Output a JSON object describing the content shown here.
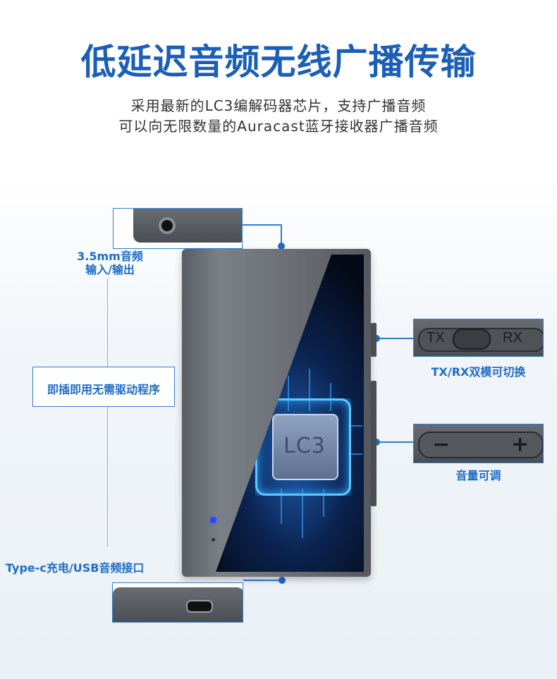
{
  "header": {
    "title": "低延迟音频无线广播传输",
    "subtitle_line1": "采用最新的LC3编解码器芯片，支持广播音频",
    "subtitle_line2": "可以向无限数量的Auracast蓝牙接收器广播音频"
  },
  "callouts": {
    "audio_jack": "3.5mm音频输入/输出",
    "audio_jack_line1": "3.5mm音频",
    "audio_jack_line2": "输入/输出",
    "plug_and_play": "即插即用无需驱动程序",
    "mode_switch": "TX/RX双模可切换",
    "volume": "音量可调",
    "usb": "Type-c充电/USB音频接口"
  },
  "device": {
    "chip_label": "LC3",
    "switch_left": "TX",
    "switch_right": "RX",
    "volume_minus": "−",
    "volume_plus": "+"
  },
  "colors": {
    "accent": "#1f6cc6",
    "title": "#1b5fb6",
    "glow": "#5ec8ff"
  }
}
